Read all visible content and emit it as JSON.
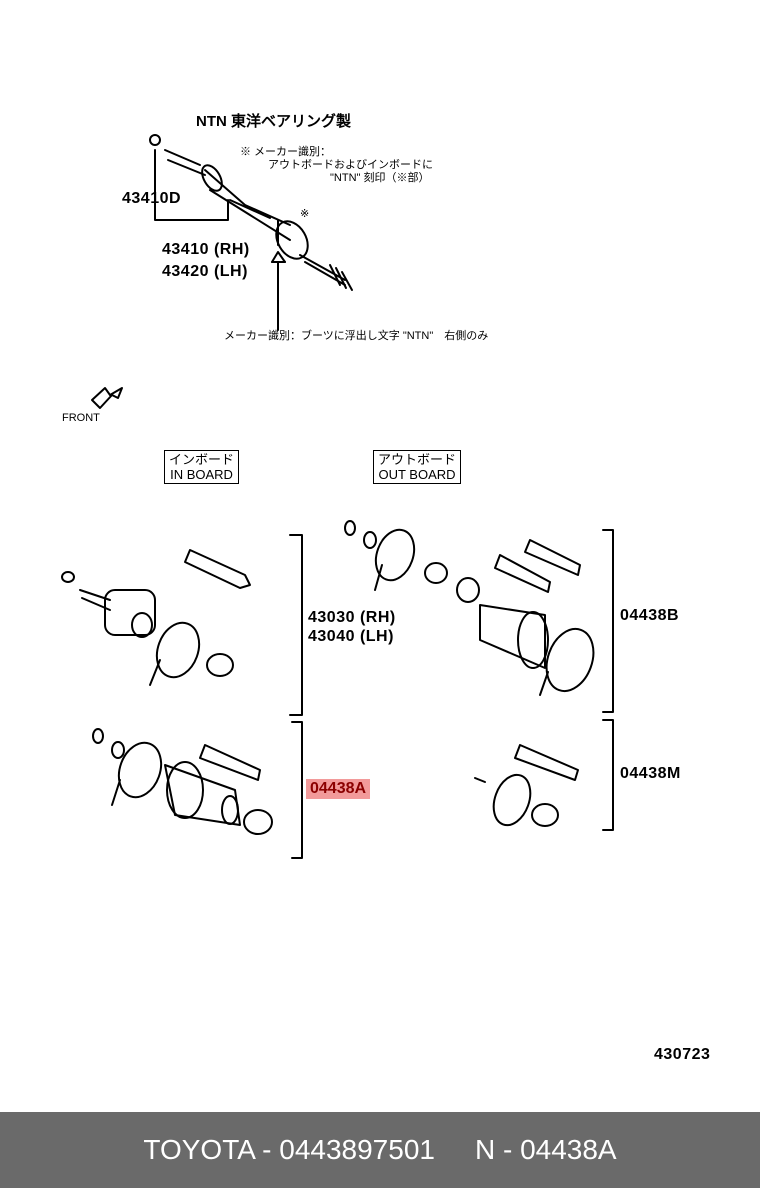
{
  "diagram": {
    "top_title": "NTN 東洋ベアリング製",
    "maker_note_1a": "※ メーカー識別：",
    "maker_note_1b": "アウトボードおよびインボードに",
    "maker_note_1c": "\"NTN\" 刻印（※部）",
    "maker_note_2": "メーカー識別：ブーツに浮出し文字 \"NTN\"　右側のみ",
    "asterisk": "※",
    "part_43410D": "43410D",
    "part_43410": "43410 (RH)",
    "part_43420": "43420 (LH)",
    "front_label": "FRONT",
    "inboard_jp": "インボード",
    "inboard_en": "IN BOARD",
    "outboard_jp": "アウトボード",
    "outboard_en": "OUT BOARD",
    "part_43030": "43030 (RH)",
    "part_43040": "43040 (LH)",
    "part_04438B": "04438B",
    "part_04438A": "04438A",
    "part_04438M": "04438M",
    "diagram_code": "430723"
  },
  "footer": {
    "brand_part": "TOYOTA - 0443897501",
    "ref_part": "N - 04438A"
  },
  "colors": {
    "highlight": "#f29a9a",
    "footer_bg": "#6a6a6a"
  }
}
